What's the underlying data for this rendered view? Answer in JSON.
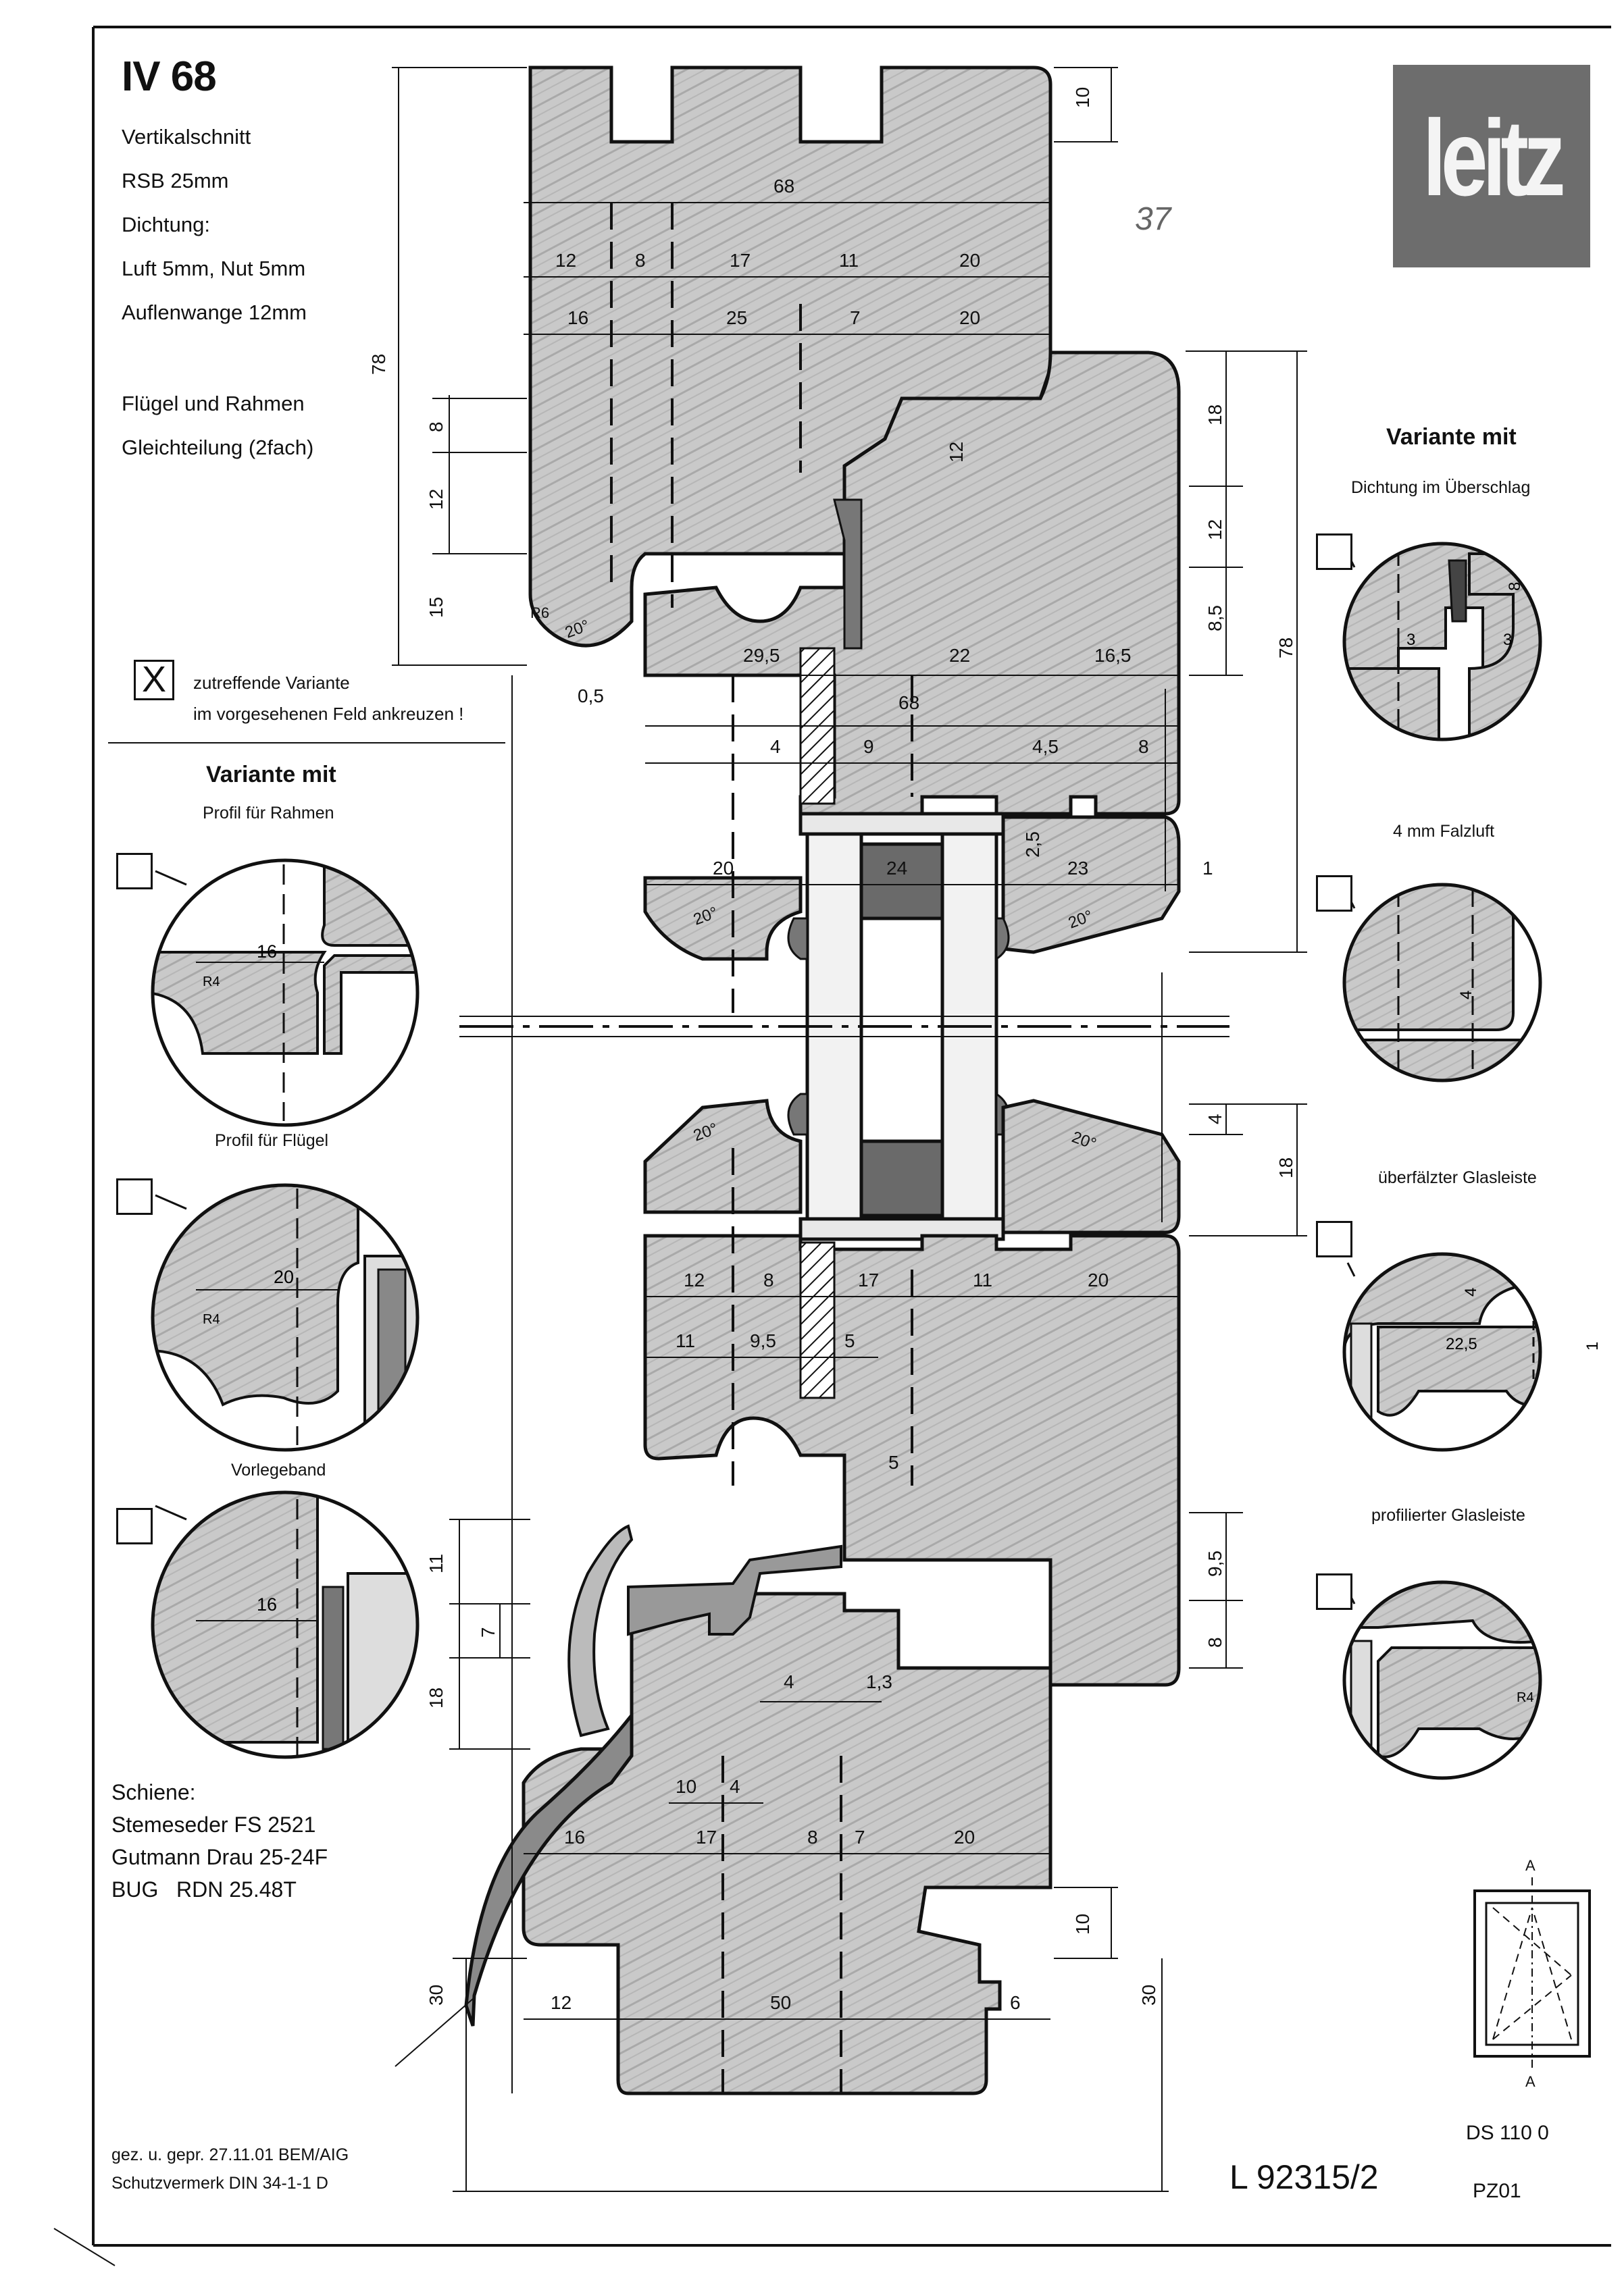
{
  "header": {
    "title": "IV 68",
    "spec_lines": [
      "Vertikalschnitt",
      "RSB 25mm",
      "Dichtung:",
      "Luft 5mm, Nut 5mm",
      "Auflenwange 12mm"
    ],
    "division_lines": [
      "Flügel und Rahmen",
      "Gleichteilung (2fach)"
    ]
  },
  "logo": {
    "text": "leitz",
    "color": "#6d6d6d"
  },
  "checkbox_note": {
    "mark": "X",
    "lines": [
      "zutreffende Variante",
      "im vorgesehenen Feld ankreuzen !"
    ]
  },
  "left_variants": {
    "heading": "Variante mit",
    "items": [
      {
        "label": "Profil für Rahmen",
        "dim": "16",
        "radius": "R4"
      },
      {
        "label": "Profil für Flügel",
        "dim": "20",
        "radius": "R4"
      },
      {
        "label": "Vorlegeband",
        "dim": "16"
      }
    ]
  },
  "right_variants": {
    "heading": "Variante mit",
    "items": [
      {
        "label": "Dichtung im Überschlag",
        "dims": [
          "8",
          "3",
          "3"
        ]
      },
      {
        "label": "4 mm Falzluft",
        "dims": [
          "4"
        ]
      },
      {
        "label": "überfälzter Glasleiste",
        "dims": [
          "4",
          "22,5",
          "1"
        ]
      },
      {
        "label": "profilierter Glasleiste",
        "dims": [
          "R4"
        ]
      }
    ]
  },
  "rail": {
    "lines": [
      "Schiene:",
      "Stemeseder FS 2521",
      "Gutmann Drau 25-24F",
      "BUG   RDN 25.48T"
    ]
  },
  "footer": {
    "drawn": "gez. u. gepr. 27.11.01 BEM/AIG",
    "protection": "Schutzvermerk DIN 34-1-1 D",
    "drawing_number": "L 92315/2",
    "ds": "DS 110 0",
    "pz": "PZ01",
    "section_mark": "A"
  },
  "dimensions": {
    "top_10": "10",
    "d68a": "68",
    "row1": [
      "12",
      "8",
      "17",
      "11",
      "20"
    ],
    "row2": [
      "16",
      "25",
      "7",
      "20"
    ],
    "v78": "78",
    "v8": "8",
    "v12": "12",
    "v15": "15",
    "v12b": "12",
    "r6": "R6",
    "ang1": "20°",
    "d05": "0,5",
    "d295": "29,5",
    "d22": "22",
    "d165": "16,5",
    "d68b": "68",
    "d4": "4",
    "d9": "9",
    "d45": "4,5",
    "d8": "8",
    "d25": "2,5",
    "d20": "20",
    "d24": "24",
    "d23": "23",
    "d1": "1",
    "ang2": "20°",
    "ang3": "20°",
    "ang4": "20°",
    "ang5": "20°",
    "r18": "18",
    "r12": "12",
    "r85": "8,5",
    "r78": "78",
    "r4": "4",
    "r18b": "18",
    "row3": [
      "12",
      "8",
      "17",
      "11",
      "20"
    ],
    "row4": [
      "11",
      "9,5",
      "5"
    ],
    "d5": "5",
    "l11": "11",
    "l7": "7",
    "l18": "18",
    "d4b": "4",
    "d13": "1,3",
    "d10": "10",
    "d4c": "4",
    "r95": "9,5",
    "r8": "8",
    "row5": [
      "16",
      "17",
      "8",
      "7",
      "20"
    ],
    "b10": "10",
    "b30l": "30",
    "b12": "12",
    "b50": "50",
    "b6": "6",
    "b30r": "30",
    "note37": "37"
  }
}
